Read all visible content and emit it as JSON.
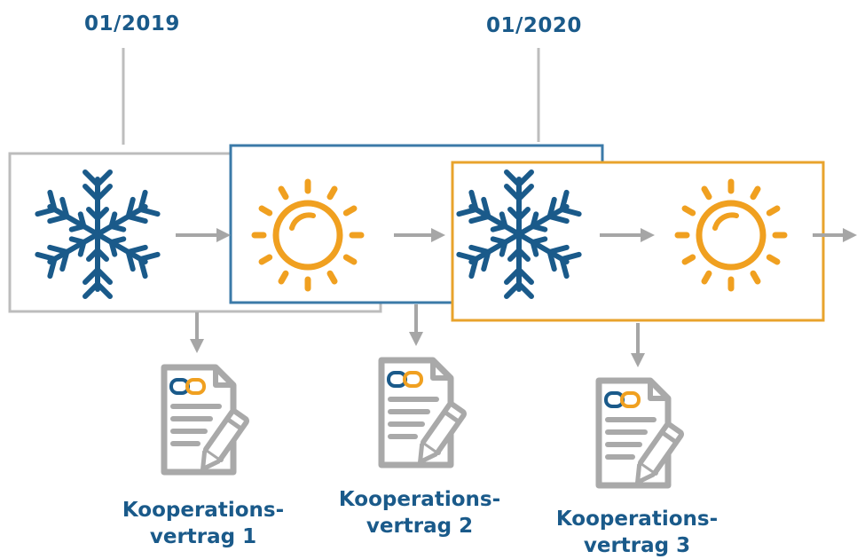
{
  "timeline": {
    "markers": [
      {
        "date": "01/2019"
      },
      {
        "date": "01/2020"
      }
    ]
  },
  "contracts": [
    {
      "line1": "Kooperations-",
      "line2": "vertrag 1"
    },
    {
      "line1": "Kooperations-",
      "line2": "vertrag 2"
    },
    {
      "line1": "Kooperations-",
      "line2": "vertrag 3"
    }
  ],
  "seasons": [
    "winter",
    "summer",
    "winter",
    "summer"
  ],
  "icons": [
    "snowflake-icon",
    "sun-icon",
    "snowflake-icon",
    "sun-icon",
    "contract-document-icon"
  ],
  "colors": {
    "winter": "#1a5a8a",
    "summer": "#f0a020",
    "frame_gray": "#b8b8b8",
    "frame_blue": "#3b7aa8",
    "frame_orange": "#e8a32c",
    "arrow": "#a6a6a6",
    "text": "#1a5a8a"
  }
}
